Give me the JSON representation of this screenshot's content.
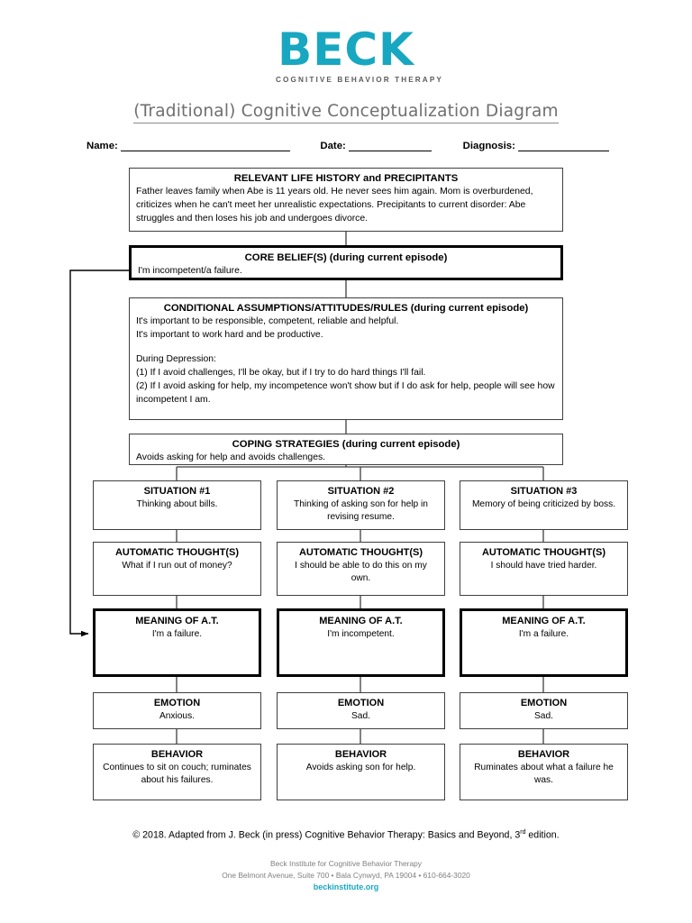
{
  "logo": {
    "word": "BECK",
    "tagline": "COGNITIVE BEHAVIOR THERAPY",
    "brand_color": "#18a7c0"
  },
  "title": "(Traditional) Cognitive Conceptualization Diagram",
  "fields": {
    "name_label": "Name:",
    "date_label": "Date:",
    "diagnosis_label": "Diagnosis:"
  },
  "diagram": {
    "life_history": {
      "title": "RELEVANT LIFE HISTORY and PRECIPITANTS",
      "body": "Father leaves family when Abe is 11 years old. He never sees him again. Mom is overburdened, criticizes when he can't meet her unrealistic expectations. Precipitants to current disorder: Abe struggles and then loses his job and undergoes divorce."
    },
    "core_belief": {
      "title": "CORE BELIEF(S) (during current episode)",
      "body": "I'm incompetent/a failure."
    },
    "assumptions": {
      "title": "CONDITIONAL ASSUMPTIONS/ATTITUDES/RULES (during current episode)",
      "line1": "It's important to be responsible, competent, reliable and helpful.",
      "line2": "It's important to work hard and be productive.",
      "line3": "During Depression:",
      "line4": "(1) If I avoid challenges, I'll be okay, but if I try to do hard things I'll fail.",
      "line5": "(2) If I avoid asking for help, my incompetence won't show but if I do ask for help, people will see how incompetent I am."
    },
    "coping": {
      "title": "COPING STRATEGIES (during current episode)",
      "body": "Avoids asking for help and avoids challenges."
    },
    "columns": [
      {
        "situation_title": "SITUATION #1",
        "situation_body": "Thinking about bills.",
        "thought_title": "AUTOMATIC THOUGHT(S)",
        "thought_body": "What if I run out of money?",
        "meaning_title": "MEANING OF A.T.",
        "meaning_body": "I'm a failure.",
        "emotion_title": "EMOTION",
        "emotion_body": "Anxious.",
        "behavior_title": "BEHAVIOR",
        "behavior_body": "Continues to sit on couch; ruminates about his failures."
      },
      {
        "situation_title": "SITUATION #2",
        "situation_body": "Thinking of asking son for help in revising resume.",
        "thought_title": "AUTOMATIC THOUGHT(S)",
        "thought_body": "I should be able to do this on my own.",
        "meaning_title": "MEANING OF A.T.",
        "meaning_body": "I'm incompetent.",
        "emotion_title": "EMOTION",
        "emotion_body": "Sad.",
        "behavior_title": "BEHAVIOR",
        "behavior_body": "Avoids asking son for help."
      },
      {
        "situation_title": "SITUATION #3",
        "situation_body": "Memory of being criticized by boss.",
        "thought_title": "AUTOMATIC THOUGHT(S)",
        "thought_body": "I should have tried harder.",
        "meaning_title": "MEANING OF A.T.",
        "meaning_body": "I'm a failure.",
        "emotion_title": "EMOTION",
        "emotion_body": "Sad.",
        "behavior_title": "BEHAVIOR",
        "behavior_body": "Ruminates about what a failure he was."
      }
    ]
  },
  "footer": {
    "credit_pre": "© 2018. Adapted from J. Beck (in press) Cognitive Behavior Therapy: Basics and Beyond, 3",
    "credit_sup": "rd",
    "credit_post": " edition.",
    "institute_name": "Beck Institute for Cognitive Behavior Therapy",
    "institute_address": "One Belmont Avenue, Suite 700 • Bala Cynwyd, PA 19004 • 610-664-3020",
    "institute_site": "beckinstitute.org"
  }
}
